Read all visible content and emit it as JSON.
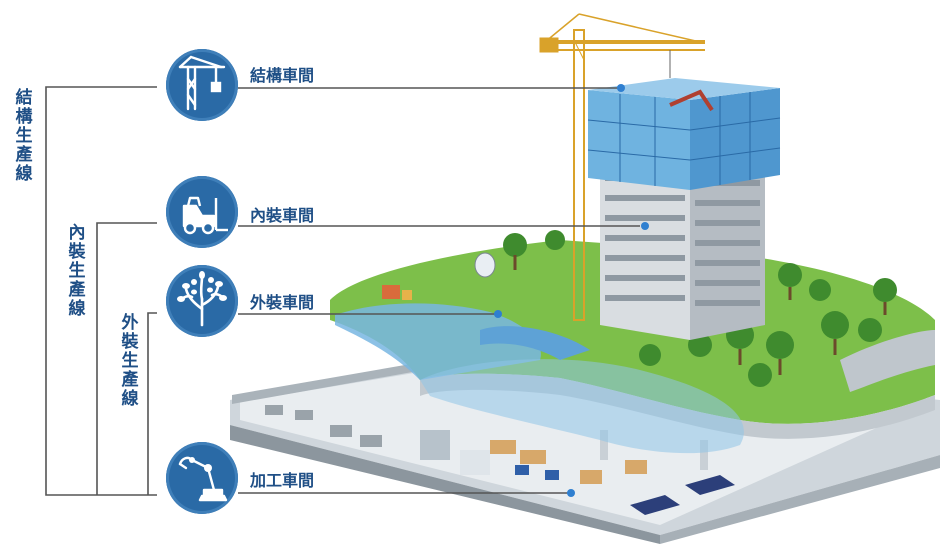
{
  "lines": {
    "structure": "結構生產線",
    "interior": "內裝生產線",
    "exterior": "外裝生產線"
  },
  "workshops": {
    "structure": {
      "label": "結構車間",
      "icon": "tower-crane-icon"
    },
    "interior": {
      "label": "內裝車間",
      "icon": "forklift-icon"
    },
    "exterior": {
      "label": "外裝車間",
      "icon": "tree-icon"
    },
    "processing": {
      "label": "加工車間",
      "icon": "robot-arm-icon"
    }
  },
  "colors": {
    "brand_blue": "#1f4f86",
    "icon_blue": "#2a6aa6",
    "line_gray": "#555555",
    "grass": "#6cae3c",
    "glass": "#6fb3e0"
  }
}
